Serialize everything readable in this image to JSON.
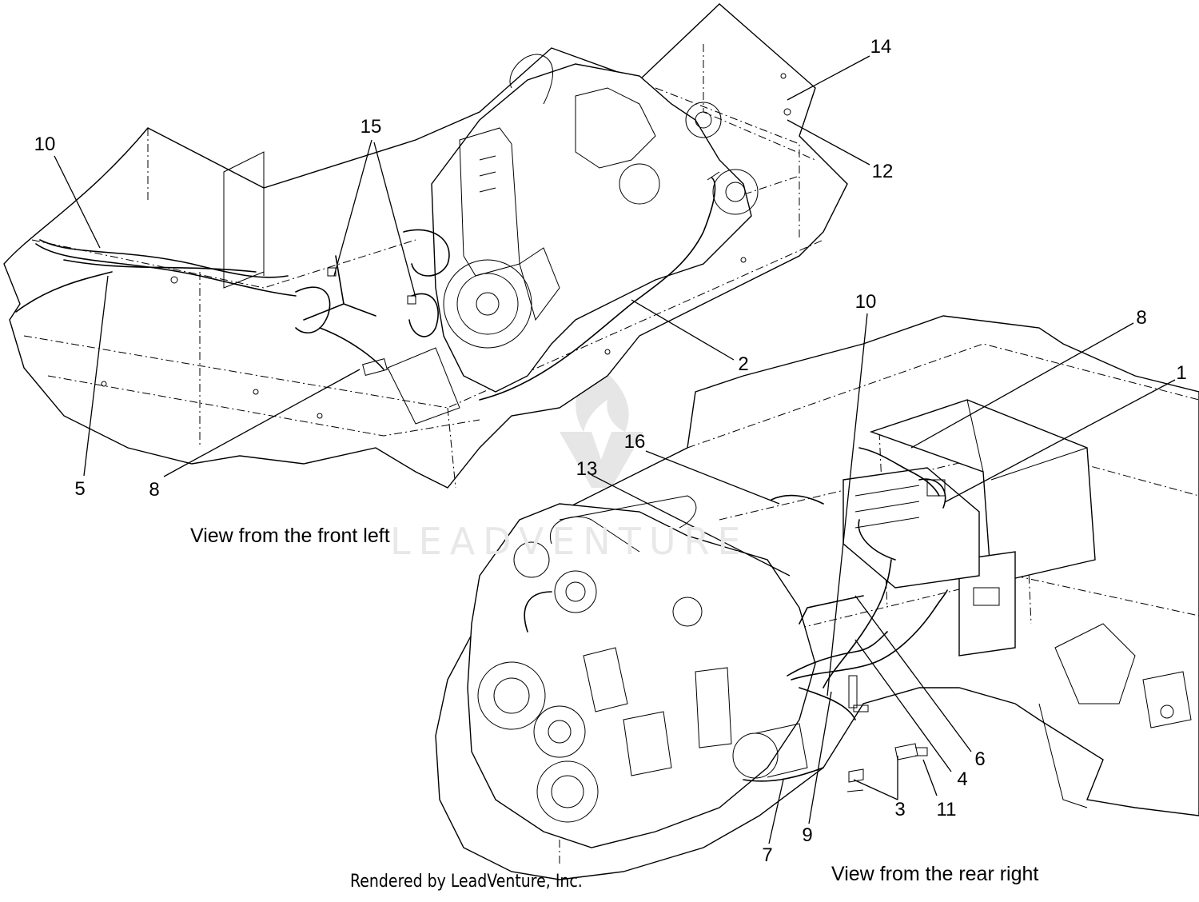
{
  "captions": {
    "front_left": "View from the front left",
    "rear_right": "View from the rear right",
    "credit": "Rendered by LeadVenture, Inc."
  },
  "watermark": {
    "text": "LEADVENTURE",
    "color": "#e6e6e6"
  },
  "callouts": {
    "front_left": [
      "10",
      "15",
      "14",
      "12",
      "2",
      "5",
      "8"
    ],
    "rear_right": [
      "10",
      "8",
      "1",
      "16",
      "13",
      "6",
      "4",
      "3",
      "11",
      "9",
      "7"
    ]
  },
  "colors": {
    "ink": "#000000",
    "background": "#ffffff"
  }
}
